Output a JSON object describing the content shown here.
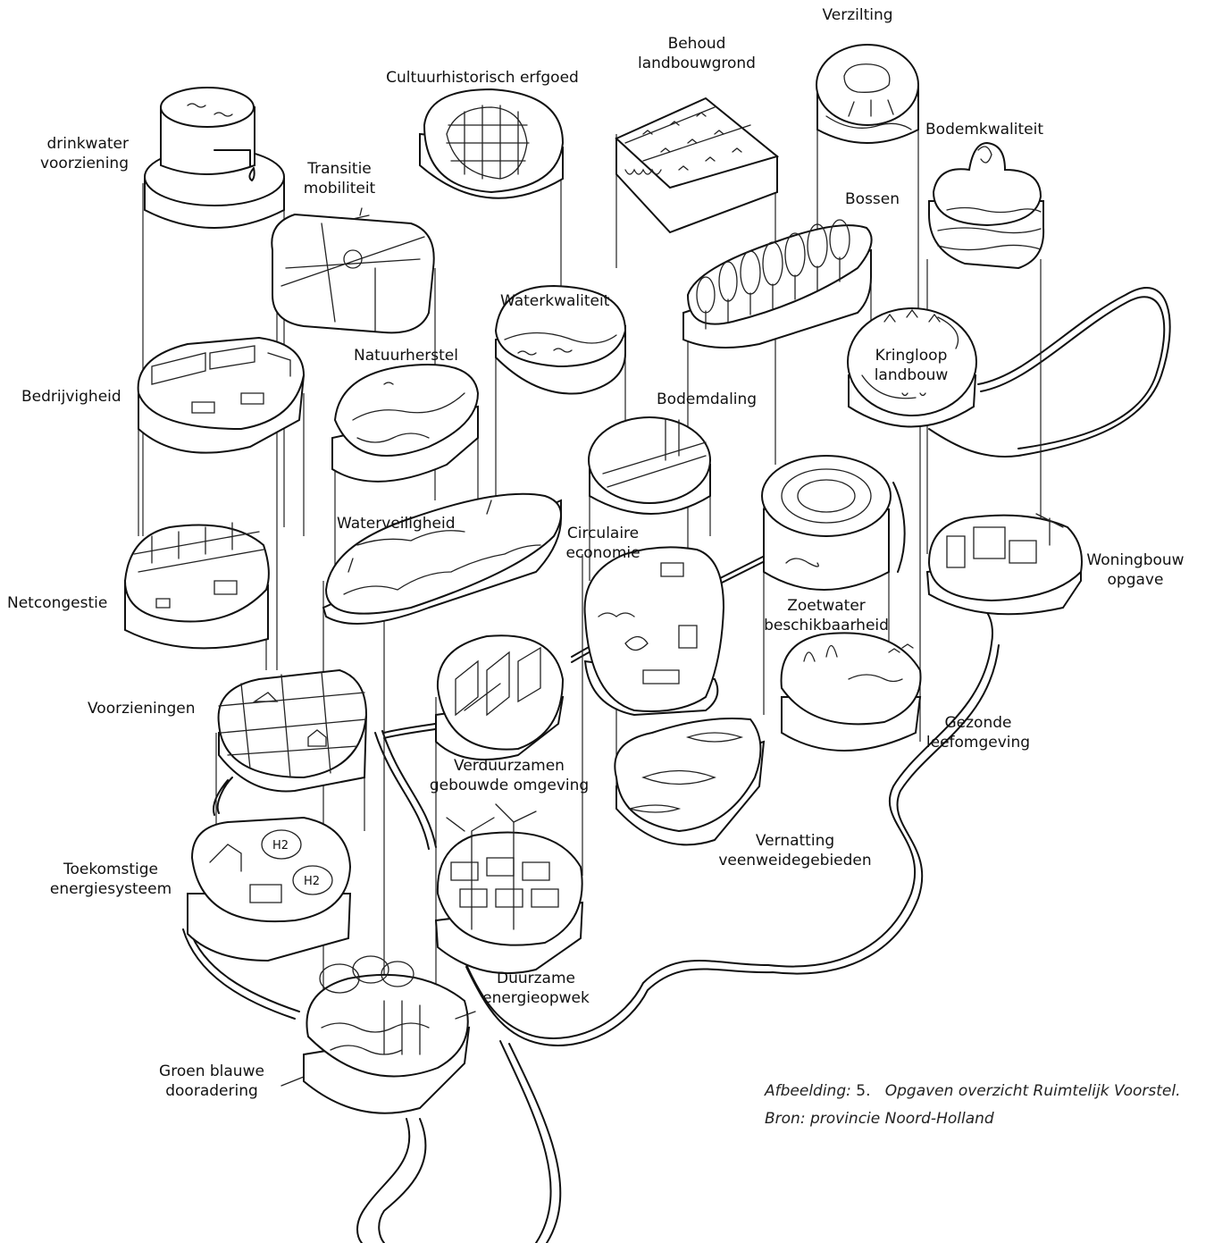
{
  "labels": {
    "drinkwater": "drinkwater\nvoorziening",
    "transitie": "Transitie\nmobiliteit",
    "cultuur": "Cultuurhistorisch erfgoed",
    "behoud": "Behoud\nlandbouwgrond",
    "verzilting": "Verzilting",
    "bodemkwaliteit": "Bodemkwaliteit",
    "bossen": "Bossen",
    "waterkwaliteit": "Waterkwaliteit",
    "natuurherstel": "Natuurherstel",
    "bedrijvigheid": "Bedrijvigheid",
    "kringloop": "Kringloop\nlandbouw",
    "bodemdaling": "Bodemdaling",
    "waterveiligheid": "Waterveiligheid",
    "circulaire": "Circulaire\neconomie",
    "netcongestie": "Netcongestie",
    "woningbouw": "Woningbouw\nopgave",
    "zoetwater": "Zoetwater\nbeschikbaarheid",
    "voorzieningen": "Voorzieningen",
    "gezonde": "Gezonde\nleefomgeving",
    "verduurzamen": "Verduurzamen\ngebouwde omgeving",
    "vernatting": "Vernatting\nveenweidegebieden",
    "toekomstige": "Toekomstige\nenergiesysteem",
    "duurzame": "Duurzame\nenergieopwek",
    "groenblauw": "Groen blauwe\ndooradering"
  },
  "icons": {
    "h2_a": "H2",
    "h2_b": "H2"
  },
  "caption": {
    "prefix": "Afbeelding",
    "number": "5.",
    "title": "Opgaven overzicht Ruimtelijk Voorstel.",
    "source": "Bron: provincie Noord-Holland"
  }
}
